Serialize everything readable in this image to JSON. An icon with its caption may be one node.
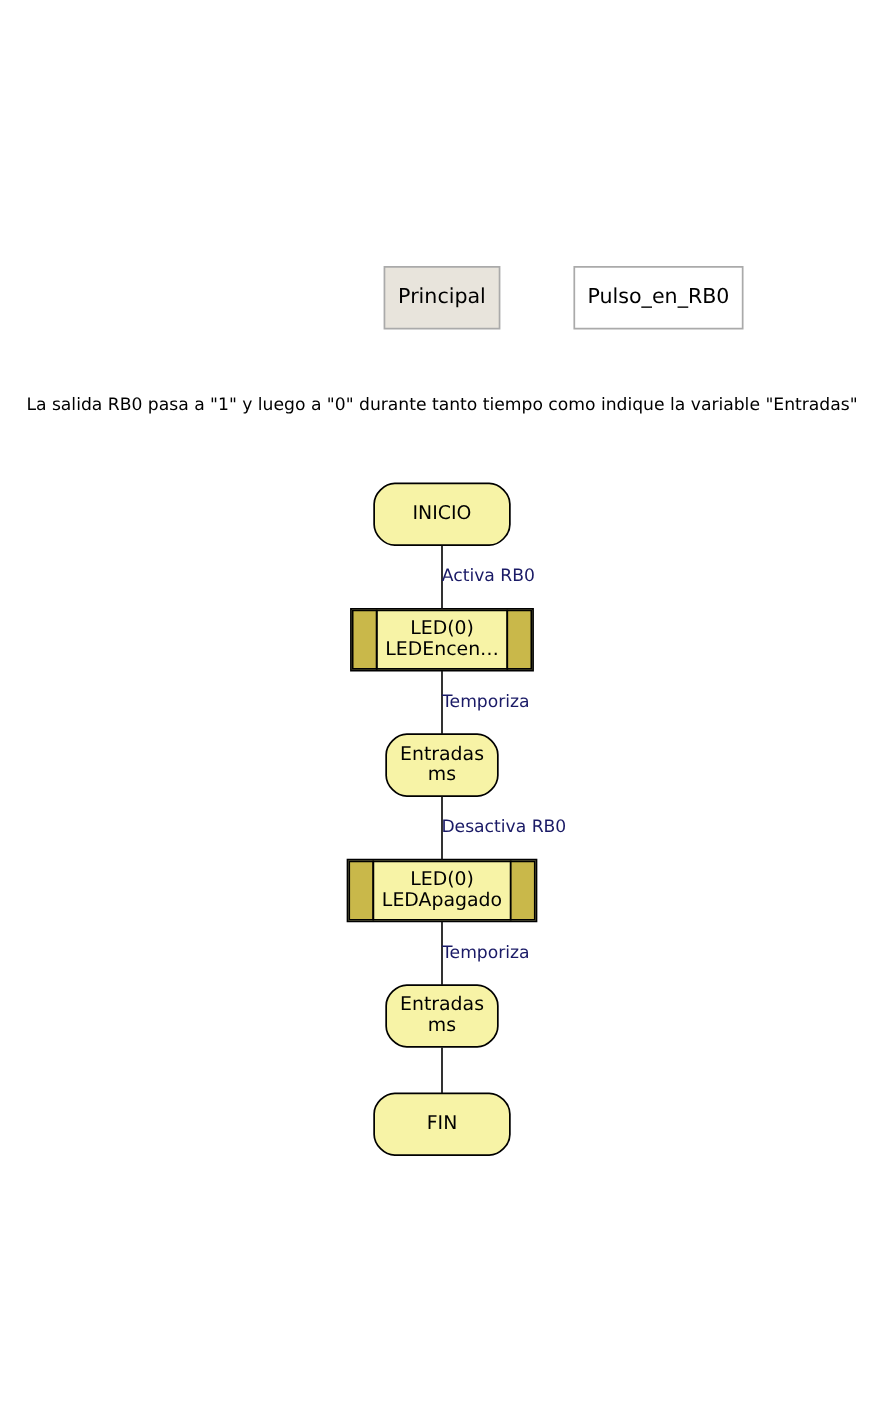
{
  "diagram": {
    "nodes": [
      {
        "text": [
          "INICIO"
        ]
      },
      {
        "text": [
          "LED(0)",
          "LEDEncen…"
        ]
      },
      {
        "text": [
          "Entradas",
          "ms"
        ]
      },
      {
        "text": [
          "LED(0)",
          "LEDApagado"
        ]
      },
      {
        "text": [
          "Entradas",
          "ms"
        ]
      },
      {
        "text": [
          "FIN"
        ]
      }
    ],
    "edges": [
      {
        "from": 0,
        "to": 1,
        "arrow": "none",
        "label": "Activa RB0"
      },
      {
        "from": 1,
        "to": 2,
        "arrow": "none",
        "label": "Temporiza"
      },
      {
        "from": 2,
        "to": 3,
        "arrow": "none",
        "label": "Desactiva RB0"
      },
      {
        "from": 3,
        "to": 4,
        "arrow": "none",
        "label": "Temporiza"
      },
      {
        "from": 4,
        "to": 5,
        "arrow": "none"
      }
    ],
    "labels": [
      "Principal",
      "Pulso_en_RB0",
      "La salida RB0 pasa a \"1\" y luego a \"0\" durante tanto tiempo como indique la variable \"Entradas\""
    ]
  }
}
